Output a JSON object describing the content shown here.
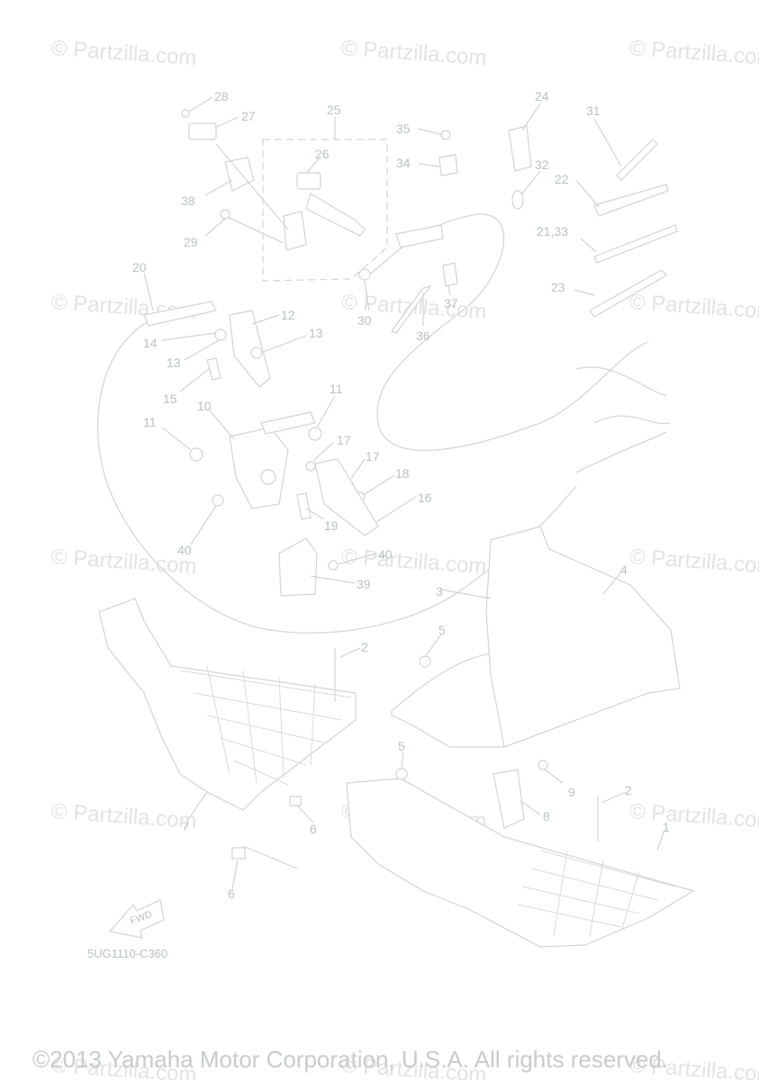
{
  "diagram": {
    "drawing_code": "5UG1110-C360",
    "copyright": "©2013 Yamaha Motor Corporation, U.S.A. All rights reserved.",
    "watermark": "© Partzilla.com",
    "fwd_arrow": "FWD",
    "callouts": {
      "c1": "1",
      "c2a": "2",
      "c2b": "2",
      "c3": "3",
      "c4": "4",
      "c5a": "5",
      "c5b": "5",
      "c6a": "6",
      "c6b": "6",
      "c7": "7",
      "c8": "8",
      "c9": "9",
      "c10": "10",
      "c11a": "11",
      "c11b": "11",
      "c12": "12",
      "c13a": "13",
      "c13b": "13",
      "c14": "14",
      "c15": "15",
      "c16": "16",
      "c17a": "17",
      "c17b": "17",
      "c18": "18",
      "c19": "19",
      "c20": "20",
      "c21_33": "21,33",
      "c22": "22",
      "c23": "23",
      "c24": "24",
      "c25": "25",
      "c26": "26",
      "c27": "27",
      "c28": "28",
      "c29": "29",
      "c30": "30",
      "c31": "31",
      "c32": "32",
      "c34": "34",
      "c35": "35",
      "c36": "36",
      "c37": "37",
      "c38": "38",
      "c39": "39",
      "c40a": "40",
      "c40b": "40"
    }
  }
}
